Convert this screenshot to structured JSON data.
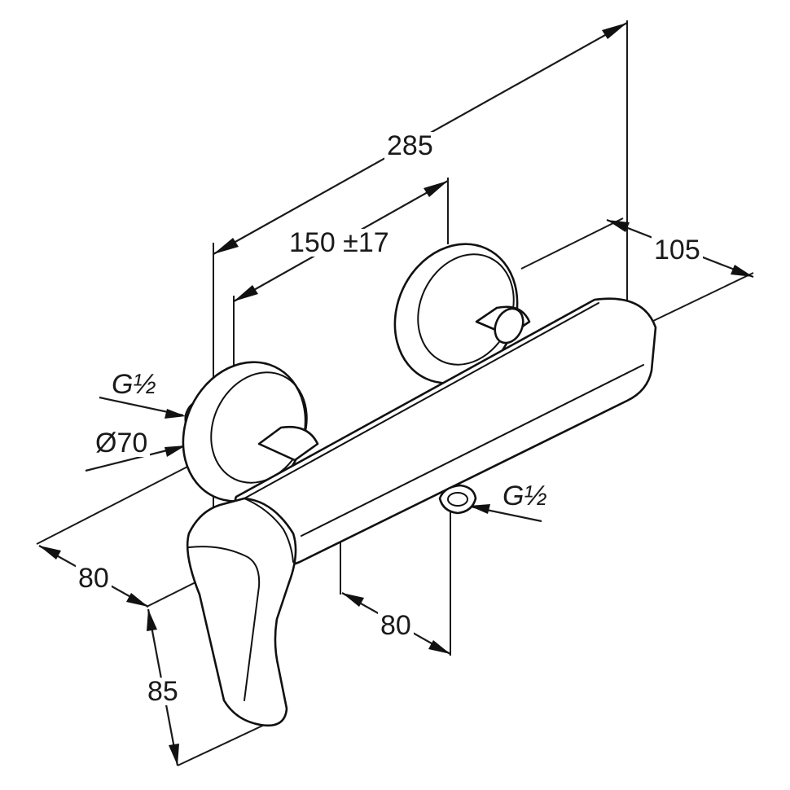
{
  "dimensions": {
    "overall_length": "285",
    "inlet_spacing": "150 ±17",
    "projection": "105",
    "depth_left": "80",
    "depth_right": "80",
    "height": "85",
    "rosette_diameter": "Ø70",
    "inlet_thread": "G½",
    "outlet_thread": "G½"
  }
}
